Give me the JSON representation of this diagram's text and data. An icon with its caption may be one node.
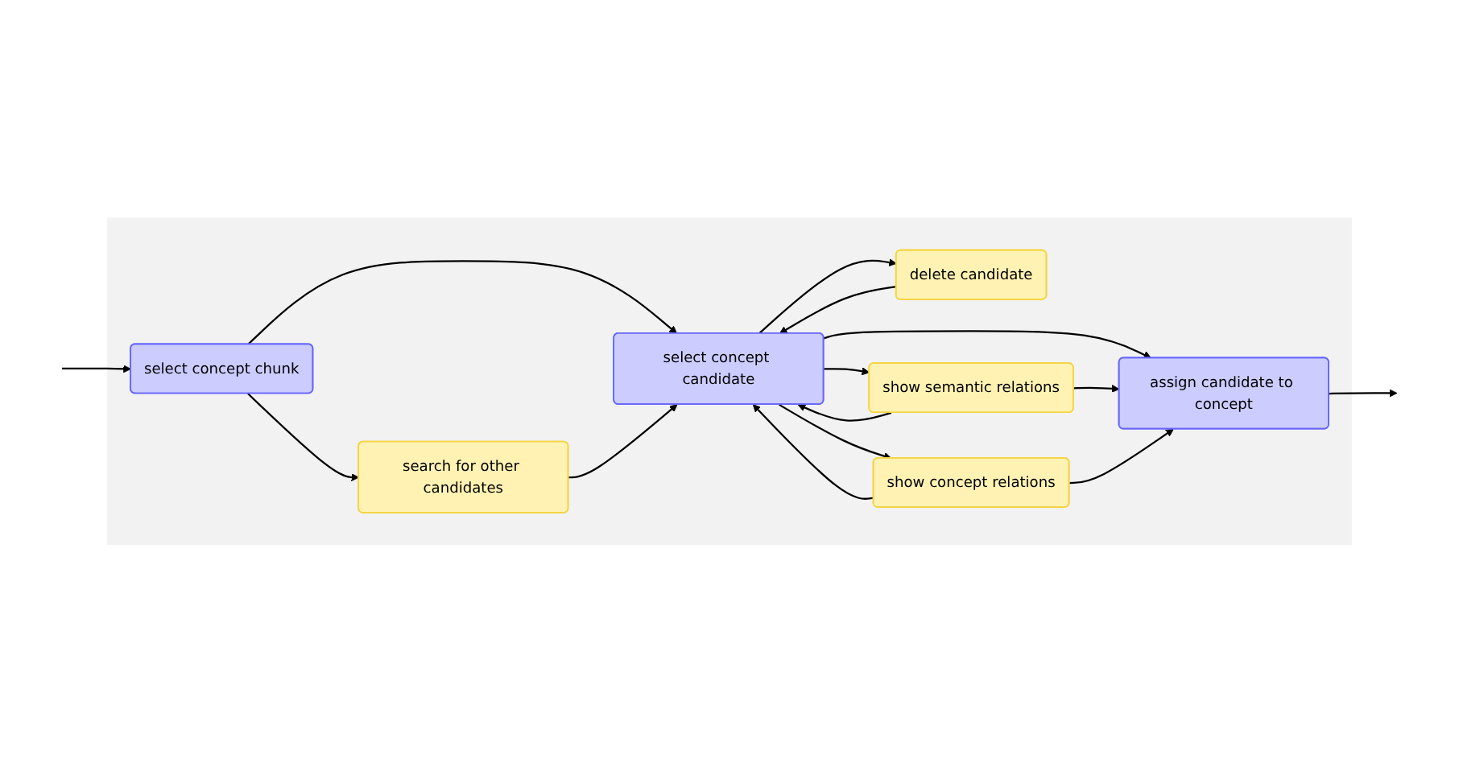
{
  "diagram": {
    "nodes": [
      {
        "text": [],
        "shape": "box"
      },
      {
        "text": [
          "select concept chunk"
        ],
        "in": 0
      },
      {
        "text": [
          "search for other candidates"
        ],
        "in": 0
      },
      {
        "text": [
          "delete candidate"
        ],
        "in": 0
      },
      {
        "text": [
          "select concept candidate"
        ],
        "in": 0
      },
      {
        "text": [
          "show semantic relations"
        ],
        "in": 0
      },
      {
        "text": [
          "show concept relations"
        ],
        "in": 0
      },
      {
        "text": [
          "assign candidate to concept"
        ],
        "in": 0
      }
    ],
    "edges": [
      {
        "from": null,
        "to": 1,
        "arrow": "to"
      },
      {
        "from": 1,
        "to": 2,
        "arrow": "to"
      },
      {
        "from": 1,
        "to": 4,
        "arrow": "to"
      },
      {
        "from": 2,
        "to": 4,
        "arrow": "to"
      },
      {
        "from": 3,
        "to": 4,
        "arrow": "to"
      },
      {
        "from": 4,
        "to": 3,
        "arrow": "to"
      },
      {
        "from": 4,
        "to": 5,
        "arrow": "to"
      },
      {
        "from": 5,
        "to": 4,
        "arrow": "to"
      },
      {
        "from": 4,
        "to": 7,
        "arrow": "to"
      },
      {
        "from": 4,
        "to": 6,
        "arrow": "to"
      },
      {
        "from": 6,
        "to": 4,
        "arrow": "to"
      },
      {
        "from": 5,
        "to": 7,
        "arrow": "to"
      },
      {
        "from": 6,
        "to": 7,
        "arrow": "to"
      },
      {
        "from": 7,
        "to": null,
        "arrow": "to"
      }
    ]
  }
}
